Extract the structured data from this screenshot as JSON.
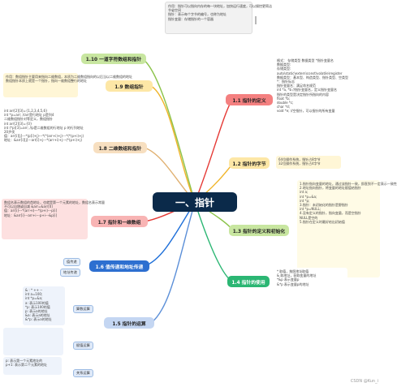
{
  "center": {
    "label": "一、指针"
  },
  "branches": {
    "b110": {
      "label": "1.10 一道字符数组和指针"
    },
    "b19": {
      "label": "1.9 数组指针"
    },
    "b18": {
      "label": "1.8 二维数组和指针"
    },
    "b17": {
      "label": "1.7 指针和一维数组"
    },
    "b16": {
      "label": "1.6 值传递和地址传递"
    },
    "b15": {
      "label": "1.5 指针的运算"
    },
    "b11": {
      "label": "1.1 指针的定义"
    },
    "b12": {
      "label": "1.2 指针的字节"
    },
    "b13": {
      "label": "1.3 指针的定义和初始化"
    },
    "b14": {
      "label": "1.4 指针的使用"
    }
  },
  "notes": {
    "top": [
      "作用：指针可以指向内存的每一块地址，加快运行速度，可以操控更简洁",
      "节省空间",
      "指针：表示每个字节的编号，也称为地址",
      "指针变量：存储指针的一个容器"
    ],
    "n19": [
      "作用：数组指针主要用来指向二维数组，本质为二维数组指向的以后当以二维数组的地址",
      "数组指针本质上就是一个指针，指向一维数组整行的地址"
    ],
    "n18": [
      "int arr[2][3]={1,2,3,4,5,6}",
      "int *p=arr; //arr是行地址 p是列4",
      "二维数组指针对等定义，数组指针",
      "int arr[2][3]={0}",
      "int (*p)[3]=arr; //p是二维数组的行地址 p 的行列地址",
      "20步伐",
      "",
      "值：arr[i][j]---*(p[i]+j)---*(*(arr+i)+j)---*(*(p+i)+j)",
      "地址：&arr[i][j]---arr[i]+j---*(arr+i)+j---(*(p+i)+j)"
    ],
    "n17": [
      "数组名表示数组的首地址，也就是第一个元素的地址，数组名表示常量",
      "不可以自增或自减 &arr=&arr[0]",
      "",
      "值：arr[i]---*(arr+i)---*(p+i)---p[i]",
      "地址：&arr[i]---arr+i---p+i---&p[i]"
    ],
    "n15": [
      "& : *   ++  --",
      "int a=100;",
      "int *p=&a;",
      "a: 表示100的值",
      "*p: 表示100的值",
      "p: 表示a的地址",
      "&a: 表示a的地址",
      "&*p: 表示a的地址"
    ],
    "n15b": [
      "p: 表示第一个元素地址的",
      "p+1: 表示第二个元素的地址"
    ],
    "n11": [
      "格式：  存储类型 数据类型 *指针变量名",
      "数据类型:",
      "存储类型:",
      "auto\\static\\extern\\const\\volatile\\register",
      "数据类型：基本型、构造类型、指针类型、空类型",
      "*：指针标志",
      "指针变量名：满足命名规范",
      "",
      "int *a, *b  //指针变量名，定义指针变量名",
      "指针的类型是决定指针所指向的内容",
      "float *b;",
      "double *c;",
      "char *d;",
      "void *e; //空指针，可以指针的所有变量"
    ],
    "n12": [
      "64位操作系统，指针占8字节",
      "32位操作系统，指针占4字节"
    ],
    "n13": [
      "1.指针指向变量的地址，通过该指针一致，即直到不一定表示一致性",
      "2.地址指向指针，将变量的地址赋值给指针",
      "int a;",
      "int *p=&a;",
      "int *p;",
      "3.指针：未初始化的指针是野指针",
      "int *p=NULL;",
      "4.没有定义的指针，指向变量，而是空指针",
      "NULL是空的",
      "5.指针在定义时最好给出初始值"
    ],
    "n14": [
      "* 取值，按照地址取值",
      "& 取地址，获取变量的地址",
      "*&p 表示变量p",
      "&*p 表示变量p的地址"
    ],
    "n16": []
  },
  "leaves": {
    "l16a": "值传递",
    "l16b": "地址传递",
    "l15a": "算数运算",
    "l15b": "赋值运算",
    "l15c": "关系运算"
  },
  "watermark": "CSDN @Kun_i"
}
